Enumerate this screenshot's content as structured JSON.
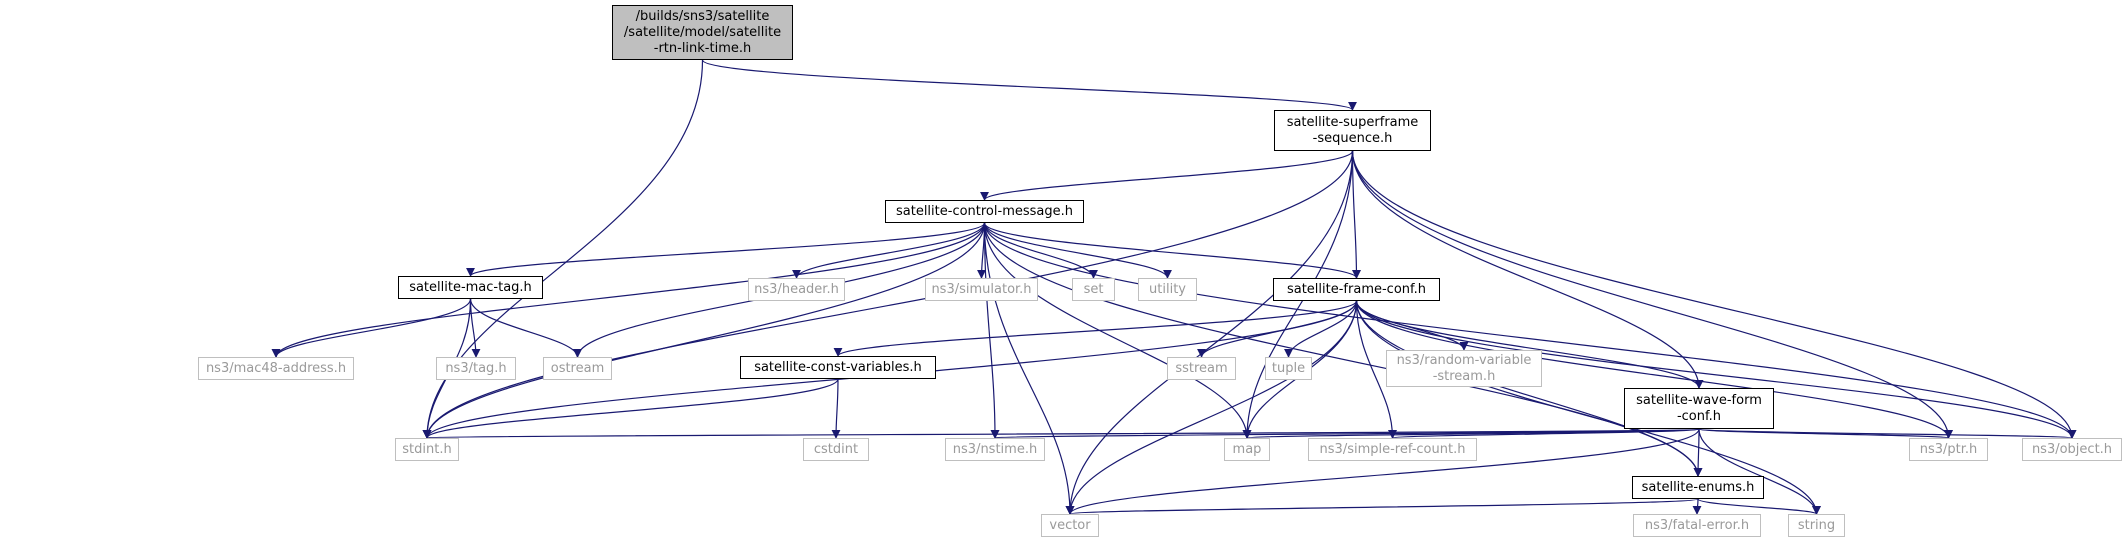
{
  "colors": {
    "edge": "#191970",
    "root_fill": "#bfbfbf",
    "external_border": "#bfbfbf",
    "external_text": "#9a9a9a"
  },
  "nodes": [
    {
      "id": "root",
      "label": "/builds/sns3/satellite\n/satellite/model/satellite\n-rtn-link-time.h",
      "kind": "root"
    },
    {
      "id": "superframe",
      "label": "satellite-superframe\n-sequence.h",
      "kind": "project"
    },
    {
      "id": "control",
      "label": "satellite-control-message.h",
      "kind": "project"
    },
    {
      "id": "mactag",
      "label": "satellite-mac-tag.h",
      "kind": "project"
    },
    {
      "id": "frameconf",
      "label": "satellite-frame-conf.h",
      "kind": "project"
    },
    {
      "id": "constvars",
      "label": "satellite-const-variables.h",
      "kind": "project"
    },
    {
      "id": "waveform",
      "label": "satellite-wave-form\n-conf.h",
      "kind": "project"
    },
    {
      "id": "enums",
      "label": "satellite-enums.h",
      "kind": "project"
    },
    {
      "id": "mac48",
      "label": "ns3/mac48-address.h",
      "kind": "external"
    },
    {
      "id": "tag",
      "label": "ns3/tag.h",
      "kind": "external"
    },
    {
      "id": "ostream",
      "label": "ostream",
      "kind": "external"
    },
    {
      "id": "header",
      "label": "ns3/header.h",
      "kind": "external"
    },
    {
      "id": "simulator",
      "label": "ns3/simulator.h",
      "kind": "external"
    },
    {
      "id": "set",
      "label": "set",
      "kind": "external"
    },
    {
      "id": "utility",
      "label": "utility",
      "kind": "external"
    },
    {
      "id": "sstream",
      "label": "sstream",
      "kind": "external"
    },
    {
      "id": "tuple",
      "label": "tuple",
      "kind": "external"
    },
    {
      "id": "randomvar",
      "label": "ns3/random-variable\n-stream.h",
      "kind": "external"
    },
    {
      "id": "stdint",
      "label": "stdint.h",
      "kind": "external"
    },
    {
      "id": "cstdint",
      "label": "cstdint",
      "kind": "external"
    },
    {
      "id": "nstime",
      "label": "ns3/nstime.h",
      "kind": "external"
    },
    {
      "id": "map",
      "label": "map",
      "kind": "external"
    },
    {
      "id": "simpleref",
      "label": "ns3/simple-ref-count.h",
      "kind": "external"
    },
    {
      "id": "ptr",
      "label": "ns3/ptr.h",
      "kind": "external"
    },
    {
      "id": "object",
      "label": "ns3/object.h",
      "kind": "external"
    },
    {
      "id": "vector",
      "label": "vector",
      "kind": "external"
    },
    {
      "id": "fatalerror",
      "label": "ns3/fatal-error.h",
      "kind": "external"
    },
    {
      "id": "string",
      "label": "string",
      "kind": "external"
    }
  ],
  "edges": [
    [
      "root",
      "superframe"
    ],
    [
      "root",
      "stdint"
    ],
    [
      "superframe",
      "control"
    ],
    [
      "superframe",
      "frameconf"
    ],
    [
      "superframe",
      "waveform"
    ],
    [
      "superframe",
      "stdint"
    ],
    [
      "superframe",
      "vector"
    ],
    [
      "superframe",
      "map"
    ],
    [
      "superframe",
      "ptr"
    ],
    [
      "superframe",
      "object"
    ],
    [
      "control",
      "mactag"
    ],
    [
      "control",
      "frameconf"
    ],
    [
      "control",
      "mac48"
    ],
    [
      "control",
      "ostream"
    ],
    [
      "control",
      "header"
    ],
    [
      "control",
      "simulator"
    ],
    [
      "control",
      "set"
    ],
    [
      "control",
      "utility"
    ],
    [
      "control",
      "stdint"
    ],
    [
      "control",
      "nstime"
    ],
    [
      "control",
      "vector"
    ],
    [
      "control",
      "map"
    ],
    [
      "control",
      "enums"
    ],
    [
      "control",
      "object"
    ],
    [
      "mactag",
      "mac48"
    ],
    [
      "mactag",
      "tag"
    ],
    [
      "mactag",
      "ostream"
    ],
    [
      "mactag",
      "stdint"
    ],
    [
      "frameconf",
      "constvars"
    ],
    [
      "frameconf",
      "waveform"
    ],
    [
      "frameconf",
      "enums"
    ],
    [
      "frameconf",
      "sstream"
    ],
    [
      "frameconf",
      "tuple"
    ],
    [
      "frameconf",
      "randomvar"
    ],
    [
      "frameconf",
      "stdint"
    ],
    [
      "frameconf",
      "vector"
    ],
    [
      "frameconf",
      "map"
    ],
    [
      "frameconf",
      "simpleref"
    ],
    [
      "frameconf",
      "ptr"
    ],
    [
      "frameconf",
      "string"
    ],
    [
      "frameconf",
      "object"
    ],
    [
      "constvars",
      "stdint"
    ],
    [
      "constvars",
      "cstdint"
    ],
    [
      "waveform",
      "enums"
    ],
    [
      "waveform",
      "stdint"
    ],
    [
      "waveform",
      "nstime"
    ],
    [
      "waveform",
      "map"
    ],
    [
      "waveform",
      "simpleref"
    ],
    [
      "waveform",
      "ptr"
    ],
    [
      "waveform",
      "object"
    ],
    [
      "waveform",
      "vector"
    ],
    [
      "waveform",
      "string"
    ],
    [
      "enums",
      "vector"
    ],
    [
      "enums",
      "fatalerror"
    ],
    [
      "enums",
      "string"
    ]
  ]
}
